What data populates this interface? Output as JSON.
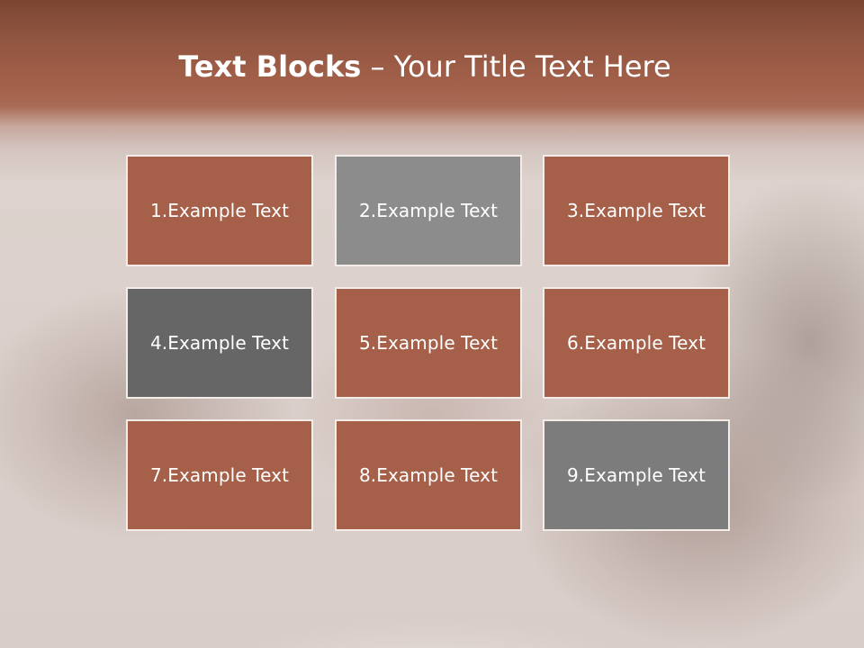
{
  "title": {
    "bold": "Text Blocks",
    "rest": " – Your Title Text Here"
  },
  "colors": {
    "terracotta": "#a65f48",
    "gray_light": "#8c8c8c",
    "gray_dark": "#666666",
    "gray_mid": "#7c7c7c",
    "border": "#f3ece8",
    "header": "#9a5a44"
  },
  "blocks": [
    {
      "label": "1.Example Text",
      "color": "#a65f48"
    },
    {
      "label": "2.Example Text",
      "color": "#8c8c8c"
    },
    {
      "label": "3.Example Text",
      "color": "#a65f48"
    },
    {
      "label": "4.Example Text",
      "color": "#666666"
    },
    {
      "label": "5.Example Text",
      "color": "#a65f48"
    },
    {
      "label": "6.Example Text",
      "color": "#a65f48"
    },
    {
      "label": "7.Example Text",
      "color": "#a65f48"
    },
    {
      "label": "8.Example Text",
      "color": "#a65f48"
    },
    {
      "label": "9.Example Text",
      "color": "#7c7c7c"
    }
  ]
}
